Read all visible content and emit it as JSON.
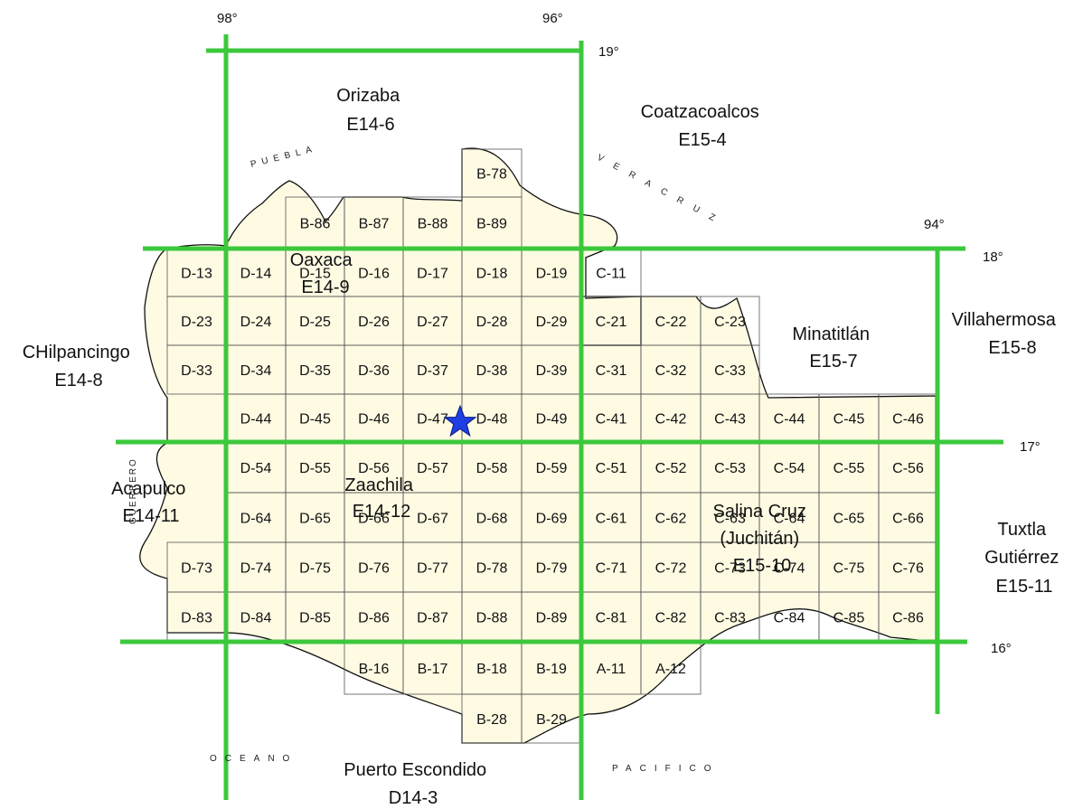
{
  "colors": {
    "state_fill": "#fffbe3",
    "state_stroke": "#111111",
    "grid_major": "#3cc83c",
    "cell_stroke": "#555555",
    "marker": "#1f3fe0"
  },
  "coords": {
    "lon_98": "98°",
    "lon_96": "96°",
    "lon_94": "94°",
    "lat_19": "19°",
    "lat_18": "18°",
    "lat_17": "17°",
    "lat_16": "16°"
  },
  "sheets": {
    "orizaba": [
      "Orizaba",
      "E14-6"
    ],
    "coatzacoalcos": [
      "Coatzacoalcos",
      "E15-4"
    ],
    "oaxaca": [
      "Oaxaca",
      "E14-9"
    ],
    "minatitlan": [
      "Minatitlán",
      "E15-7"
    ],
    "villahermosa": [
      "Villahermosa",
      "E15-8"
    ],
    "chilpancingo": [
      "CHilpancingo",
      "E14-8"
    ],
    "acapulco": [
      "Acapulco",
      "E14-11"
    ],
    "zaachila": [
      "Zaachila",
      "E14-12"
    ],
    "salina_cruz": [
      "Salina Cruz",
      "(Juchitán)",
      "E15-10"
    ],
    "tuxtla": [
      "Tuxtla",
      "Gutiérrez",
      "E15-11"
    ],
    "puerto_escondido": [
      "Puerto Escondido",
      "D14-3"
    ]
  },
  "features": {
    "puebla": "PUEBLA",
    "veracruz": "VERACRUZ",
    "guerrero": "GUERRERO",
    "oceano": "OCEANO",
    "pacifico": "PACIFICO"
  },
  "cells": [
    "B-78",
    "B-86",
    "B-87",
    "B-88",
    "B-89",
    "D-13",
    "D-14",
    "D-15",
    "D-16",
    "D-17",
    "D-18",
    "D-19",
    "C-11",
    "D-23",
    "D-24",
    "D-25",
    "D-26",
    "D-27",
    "D-28",
    "D-29",
    "C-21",
    "C-22",
    "C-23",
    "D-33",
    "D-34",
    "D-35",
    "D-36",
    "D-37",
    "D-38",
    "D-39",
    "C-31",
    "C-32",
    "C-33",
    "D-44",
    "D-45",
    "D-46",
    "D-47",
    "D-48",
    "D-49",
    "C-41",
    "C-42",
    "C-43",
    "C-44",
    "C-45",
    "C-46",
    "D-54",
    "D-55",
    "D-56",
    "D-57",
    "D-58",
    "D-59",
    "C-51",
    "C-52",
    "C-53",
    "C-54",
    "C-55",
    "C-56",
    "D-64",
    "D-65",
    "D-66",
    "D-67",
    "D-68",
    "D-69",
    "C-61",
    "C-62",
    "C-63",
    "C-64",
    "C-65",
    "C-66",
    "D-73",
    "D-74",
    "D-75",
    "D-76",
    "D-77",
    "D-78",
    "D-79",
    "C-71",
    "C-72",
    "C-73",
    "C-74",
    "C-75",
    "C-76",
    "D-83",
    "D-84",
    "D-85",
    "D-86",
    "D-87",
    "D-88",
    "D-89",
    "C-81",
    "C-82",
    "C-83",
    "C-84",
    "C-85",
    "C-86",
    "B-16",
    "B-17",
    "B-18",
    "B-19",
    "A-11",
    "A-12",
    "B-28",
    "B-29"
  ],
  "marker_icon": "star-icon"
}
